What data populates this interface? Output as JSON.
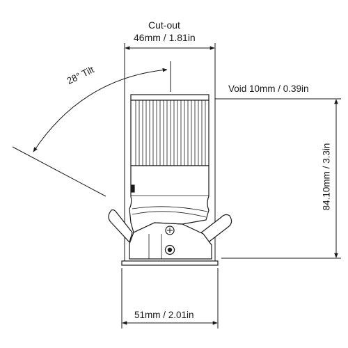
{
  "labels": {
    "cutout_title": "Cut-out",
    "cutout_dimension": "46mm / 1.81in",
    "tilt": "28° Tilt",
    "void": "Void 10mm / 0.39in",
    "height": "84.10mm / 3.3in",
    "bottom_width": "51mm / 2.01in"
  },
  "colors": {
    "line": "#1a1a1a"
  }
}
